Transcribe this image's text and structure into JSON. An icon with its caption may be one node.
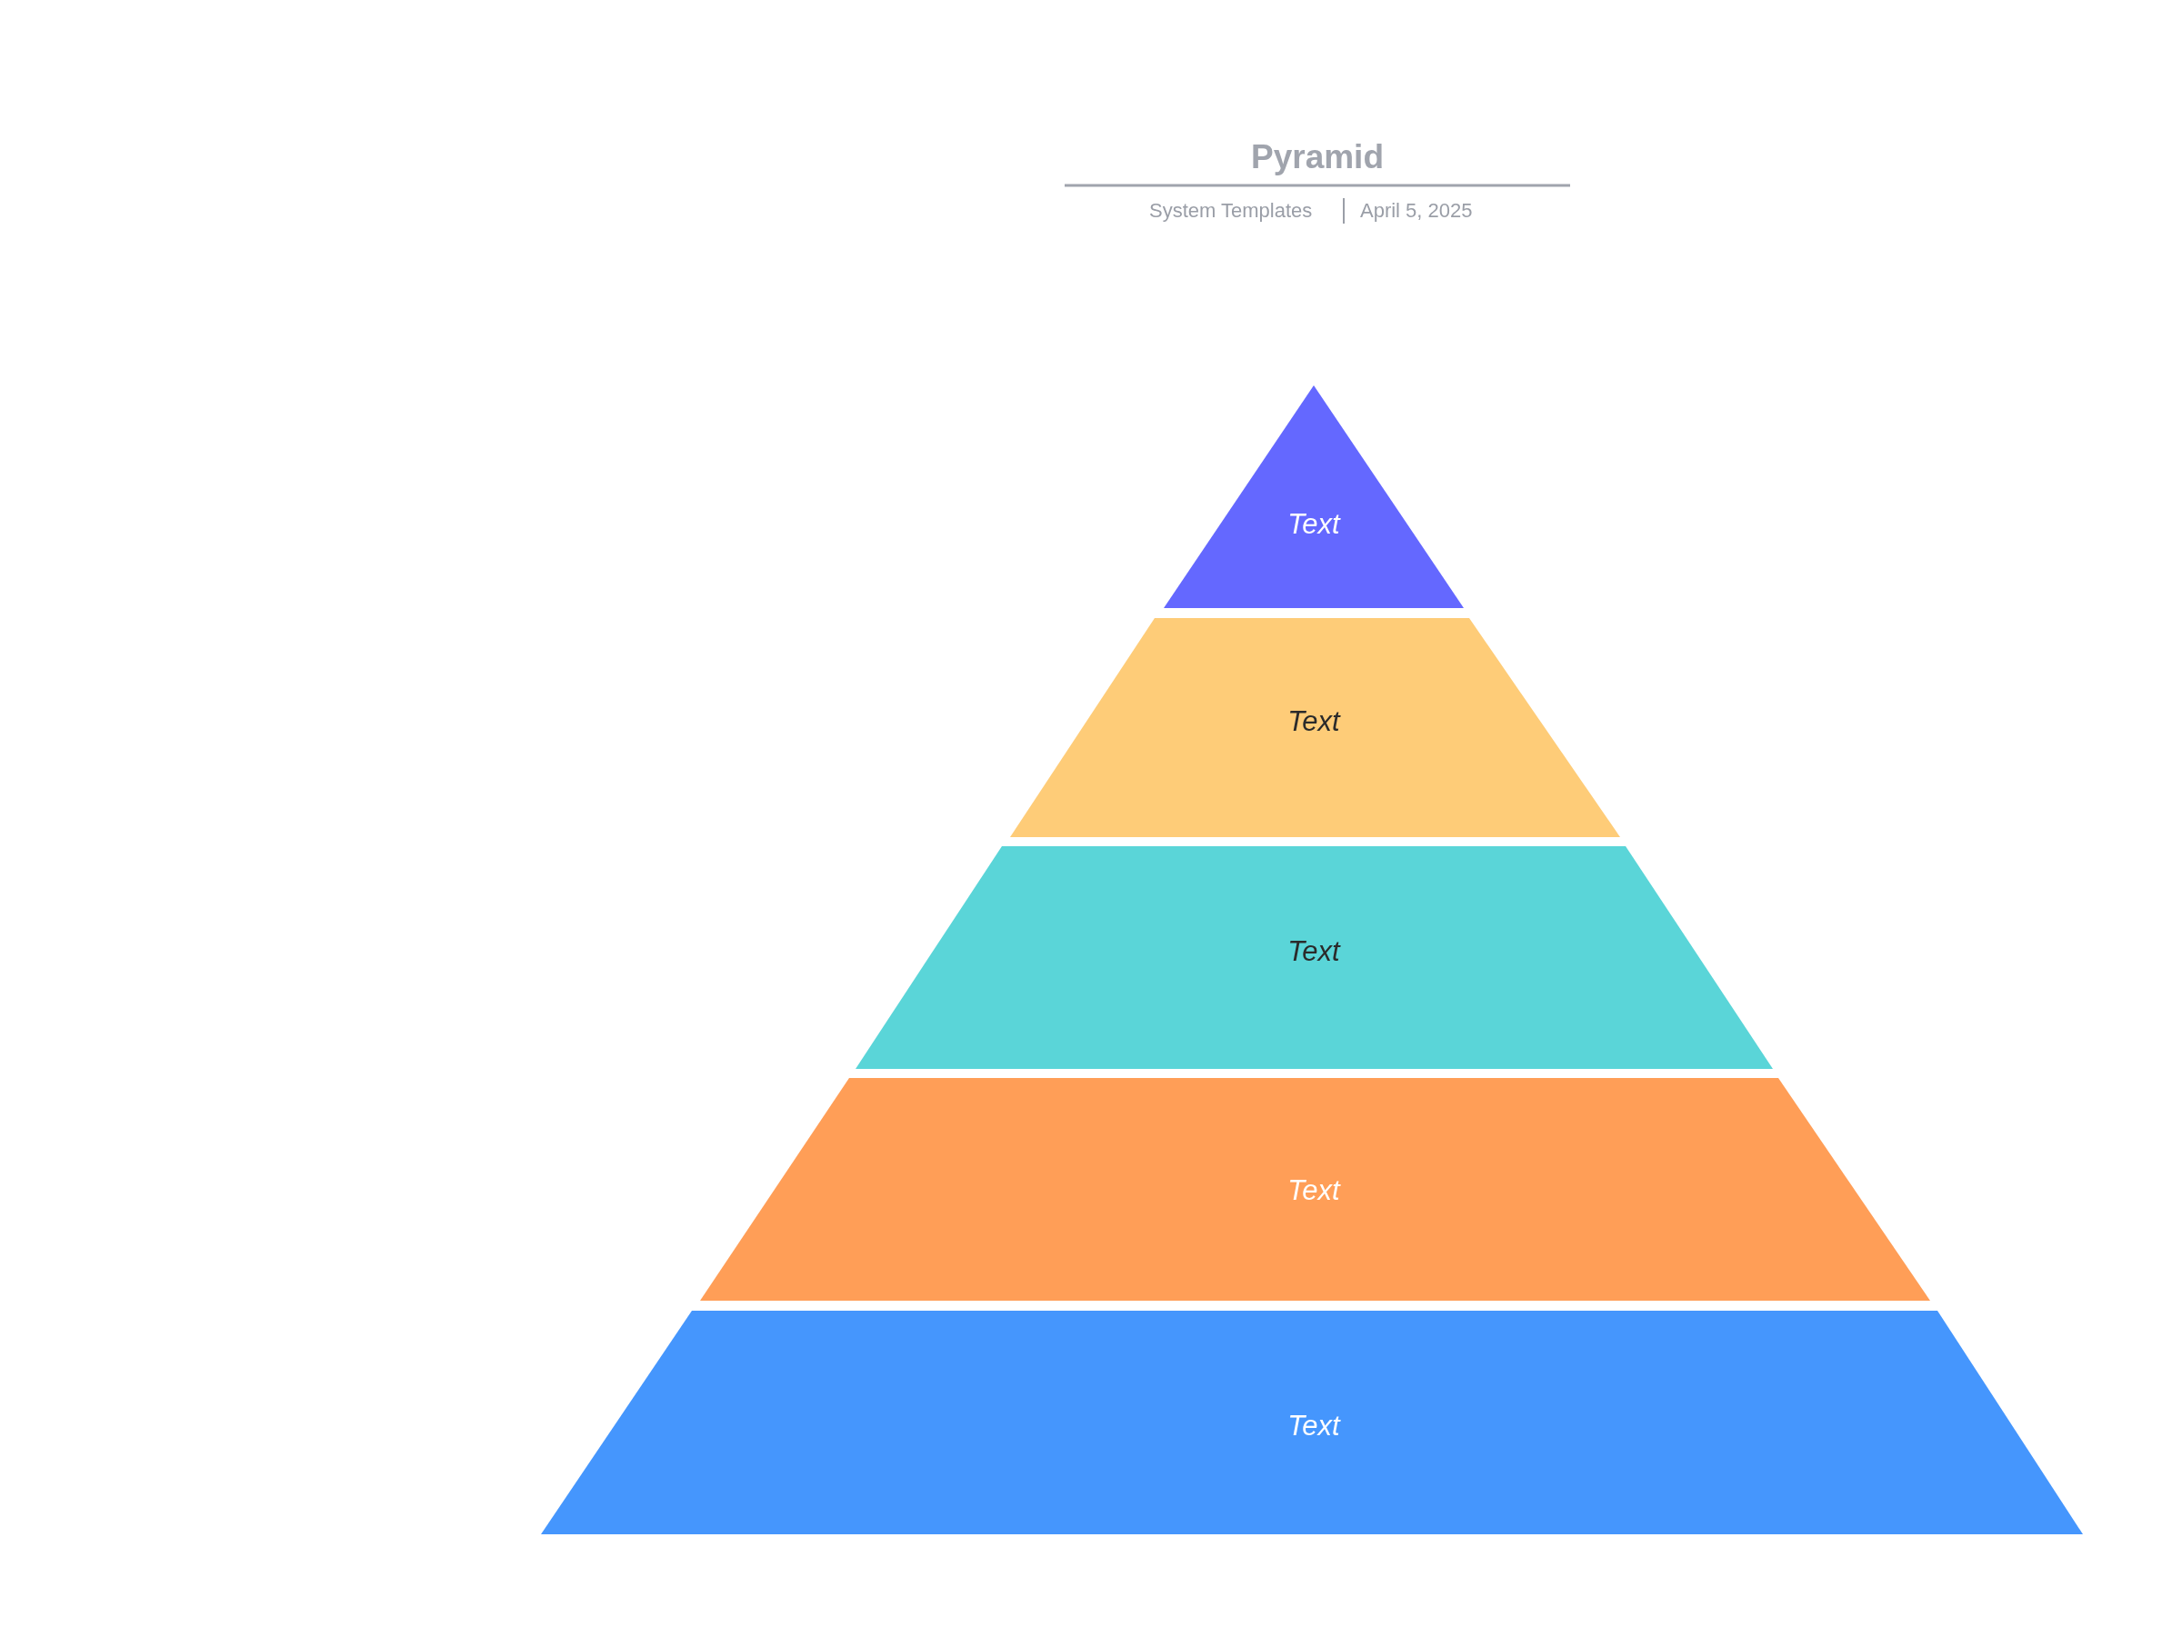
{
  "diagram": {
    "title": "Pyramid",
    "nodes": [
      {
        "text": [
          "Text"
        ]
      },
      {
        "text": [
          "Text"
        ]
      },
      {
        "text": [
          "Text"
        ]
      },
      {
        "text": [
          "Text"
        ]
      },
      {
        "text": [
          "Text"
        ]
      }
    ],
    "labels": [
      "System Templates",
      "April 5, 2025"
    ]
  }
}
